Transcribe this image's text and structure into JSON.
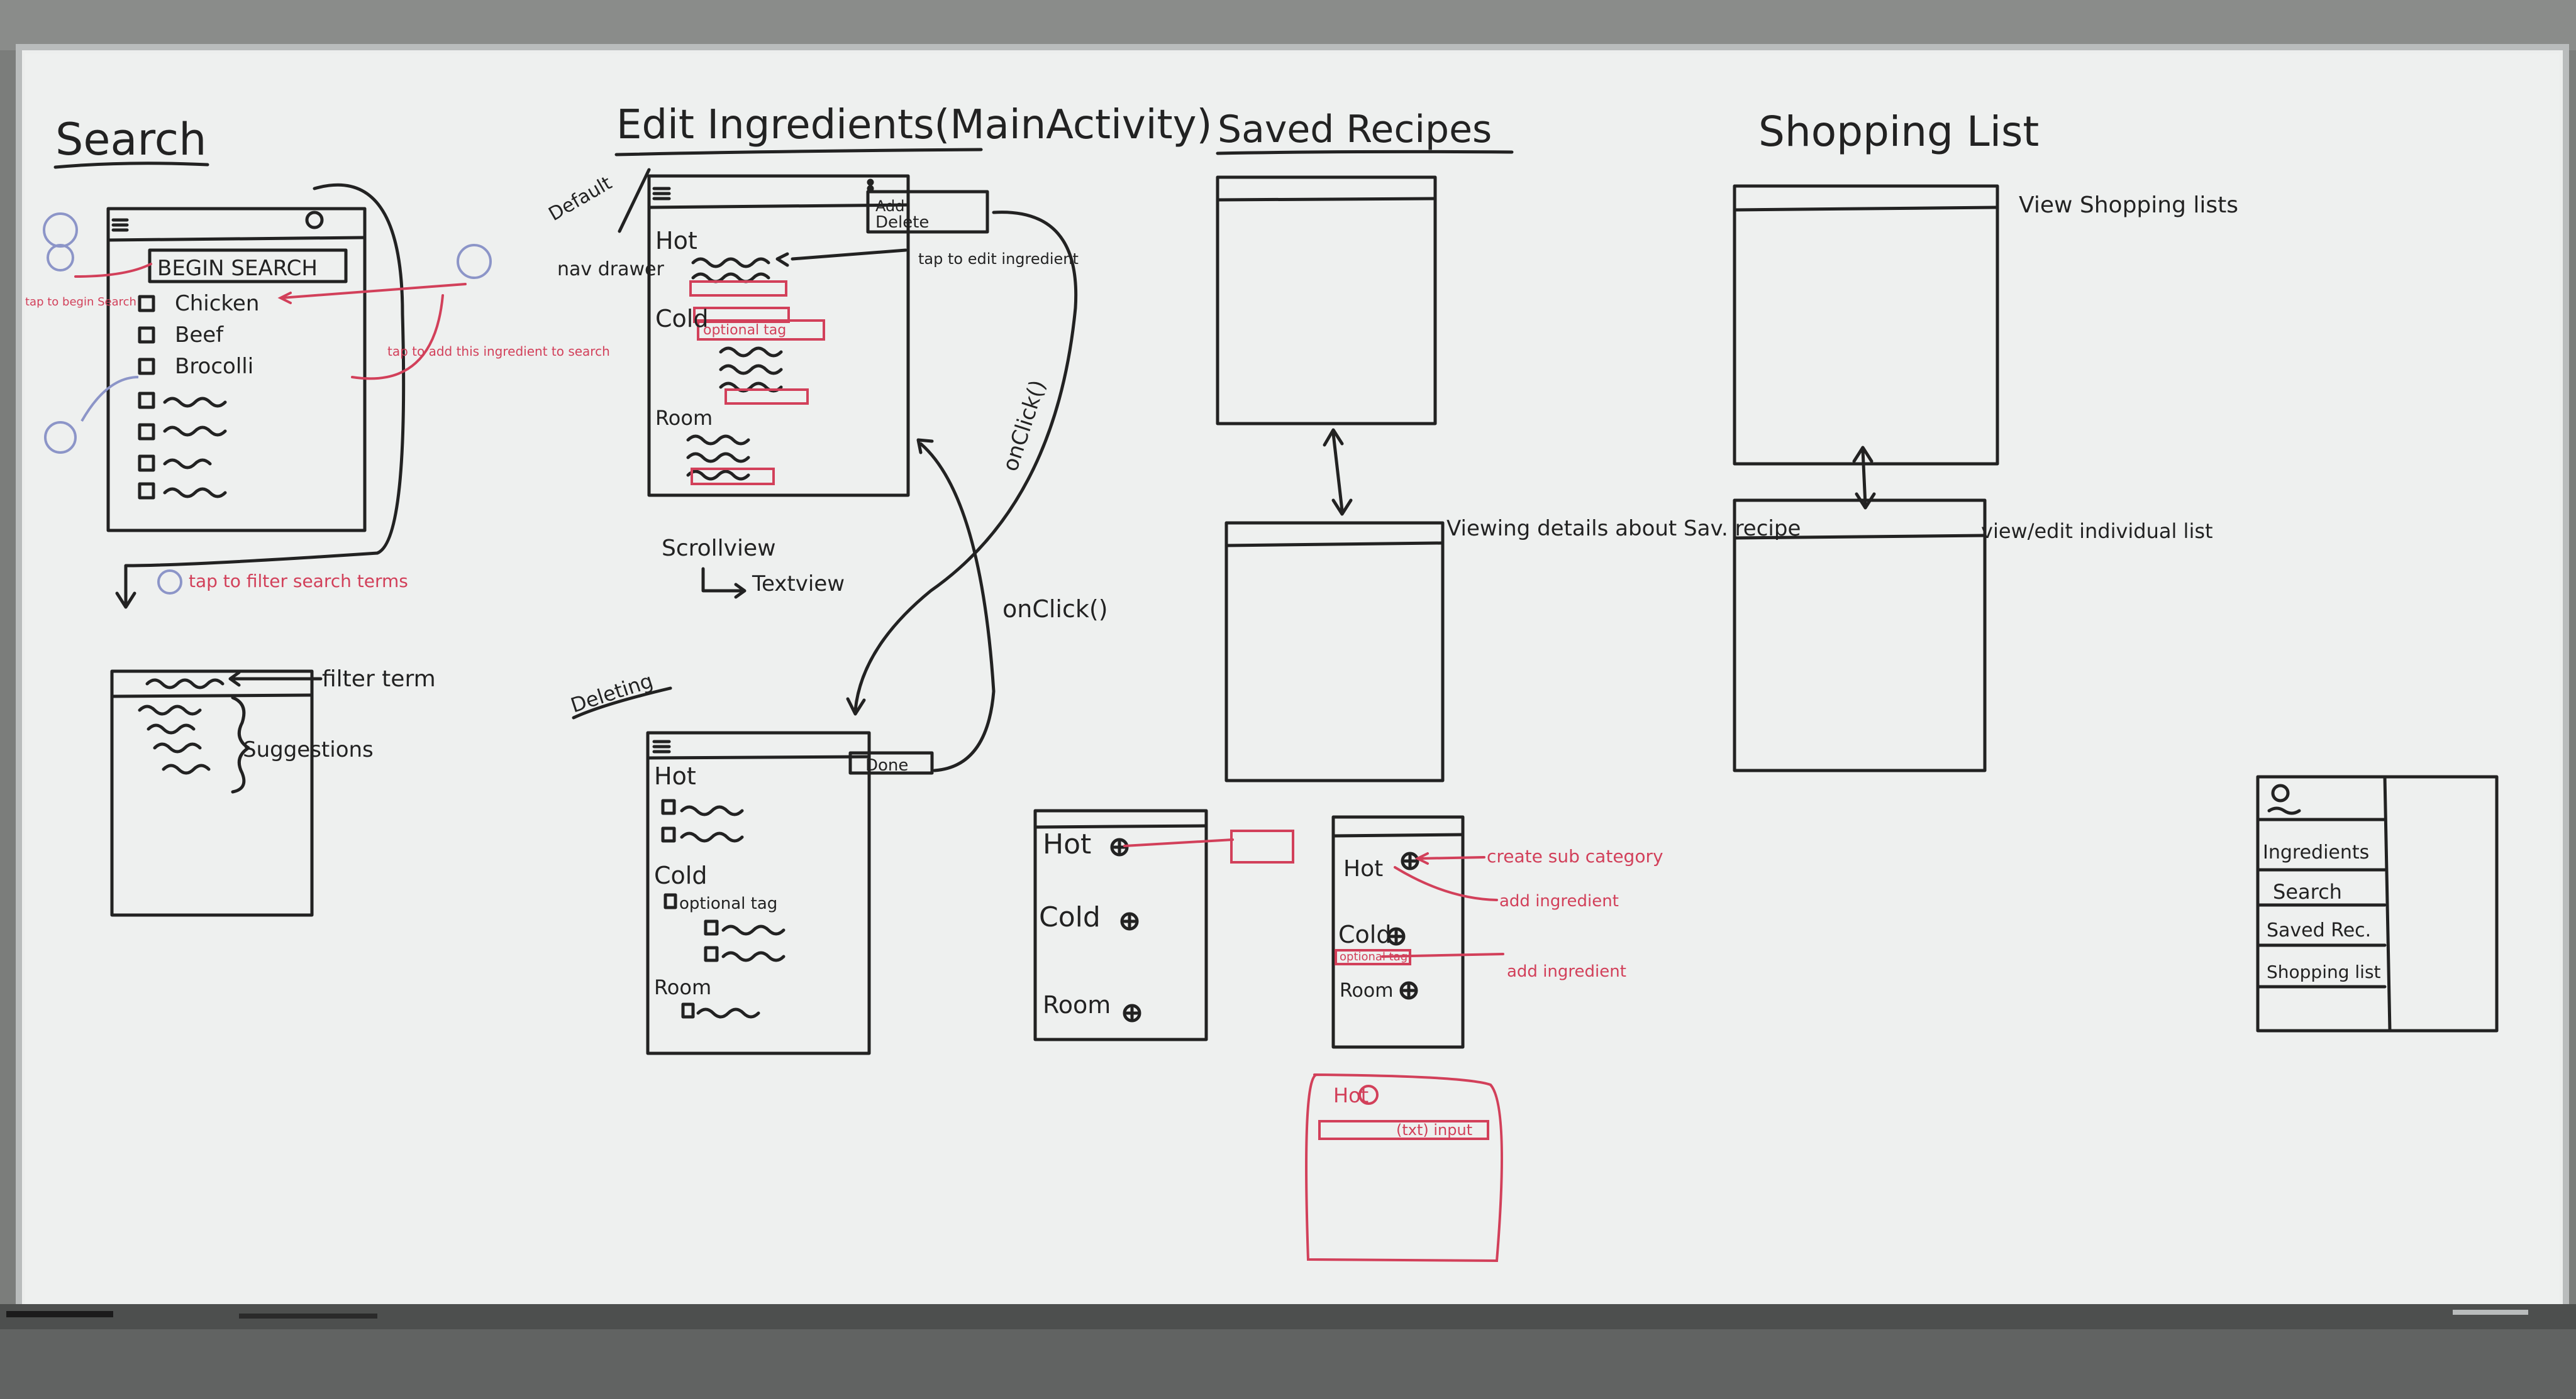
{
  "sections": {
    "search": {
      "title": "Search"
    },
    "edit": {
      "title": "Edit Ingredients(MainActivity)"
    },
    "saved": {
      "title": "Saved Recipes"
    },
    "shopping": {
      "title": "Shopping List"
    }
  },
  "search_sketch": {
    "begin_button": "BEGIN SEARCH",
    "ingredients": [
      "Chicken",
      "Beef",
      "Brocolli"
    ],
    "annotations": {
      "tap_begin": "tap to begin Search",
      "tap_add": "tap to add this ingredient to search",
      "tap_filter": "tap to filter search terms",
      "filter_term": "filter term",
      "suggestions": "Suggestions"
    }
  },
  "edit_sketch": {
    "default_label": "Default",
    "nav_drawer": "nav drawer",
    "add_delete": [
      "Add",
      "Delete"
    ],
    "tap_edit": "tap to edit ingredient",
    "categories": [
      "Hot",
      "Cold",
      "Room"
    ],
    "optional_tag": "optional tag",
    "scrollview": "Scrollview",
    "textview": "Textview",
    "onclick_1": "onClick()",
    "onclick_2": "onClick()",
    "deleting_label": "Deleting",
    "done_button": "Done",
    "deleting_categories": [
      "Hot",
      "Cold",
      "Room"
    ]
  },
  "saved_sketch": {
    "viewing_details": "Viewing details about Sav. recipe"
  },
  "shopping_sketch": {
    "view_lists": "View Shopping lists",
    "view_edit": "view/edit individual list"
  },
  "category_sketch": {
    "categories": [
      "Hot",
      "Cold",
      "Room"
    ],
    "create_sub": "create sub category",
    "add_ingredient_1": "add ingredient",
    "add_ingredient_2": "add ingredient",
    "optional_tag": "optional tag",
    "text_input": "(txt) input"
  },
  "drawer_sketch": {
    "items": [
      "Ingredients",
      "Search",
      "Saved Rec.",
      "Shopping list"
    ]
  }
}
